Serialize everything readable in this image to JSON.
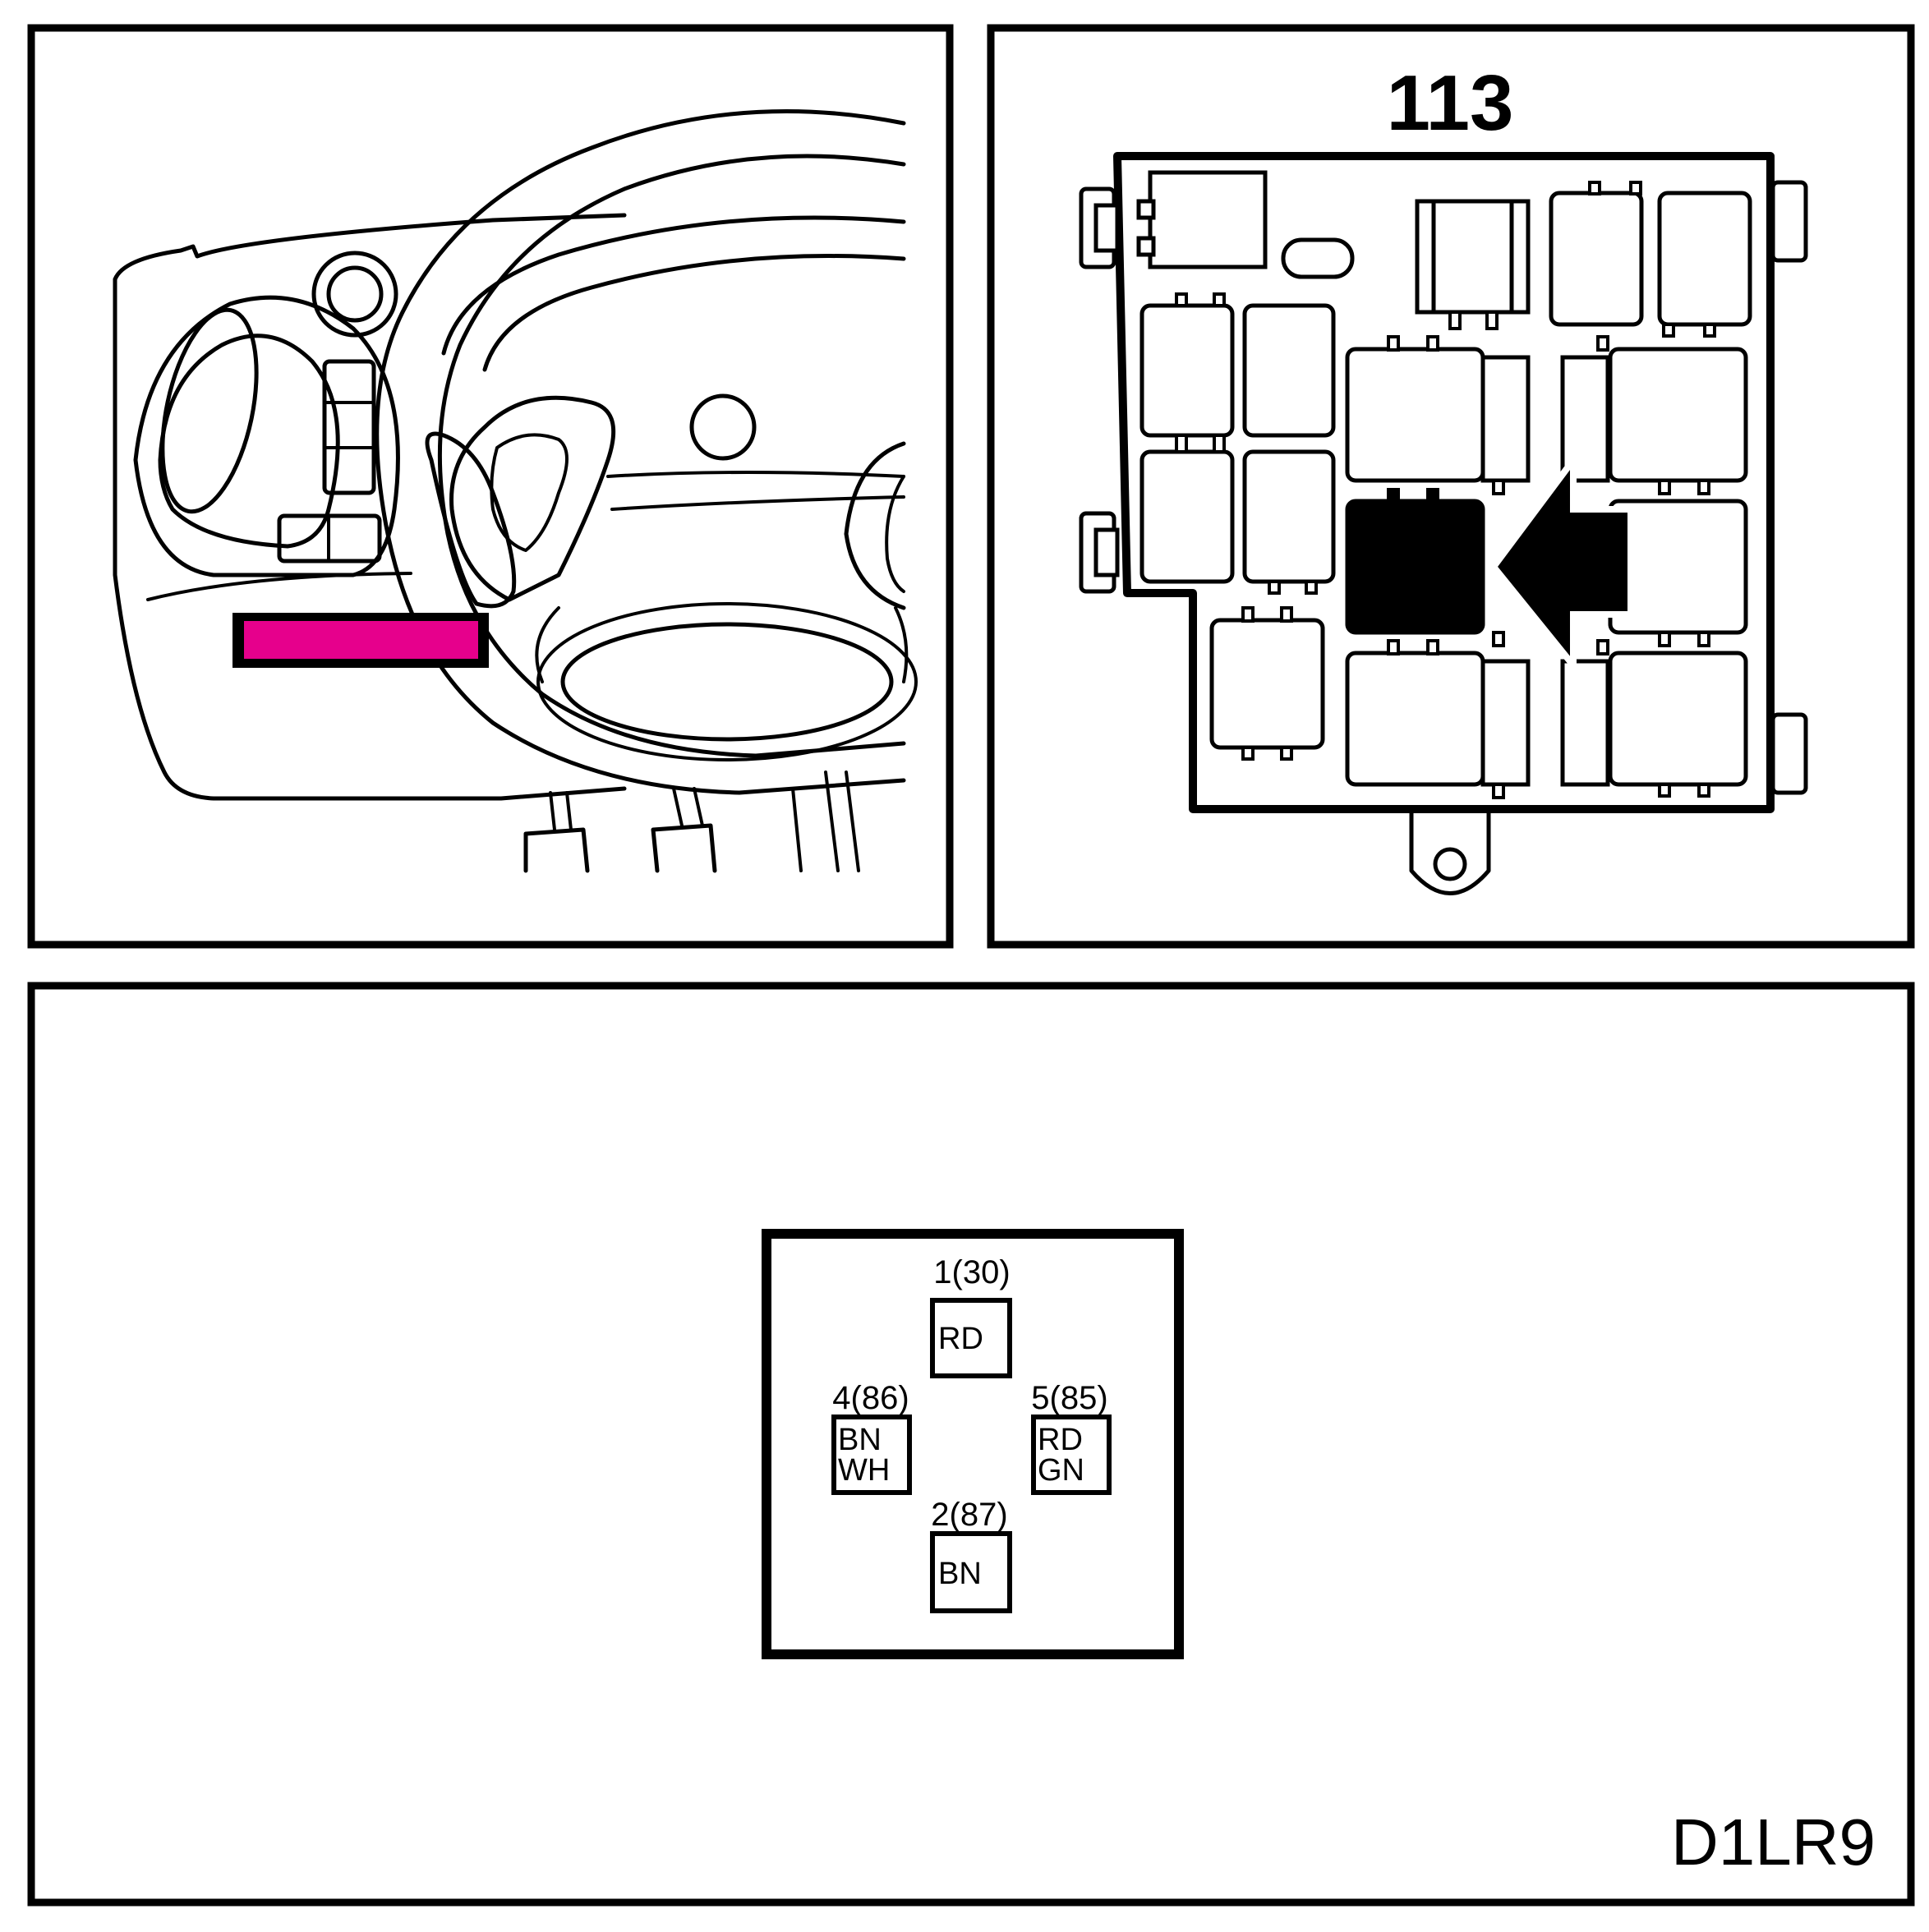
{
  "location": {
    "component_number": "113",
    "highlight_color": "#e6008c",
    "marked_relay_color": "#000000"
  },
  "connector": {
    "pins": [
      {
        "position": "top",
        "number": "1(30)",
        "wire": [
          "RD"
        ]
      },
      {
        "position": "left",
        "number": "4(86)",
        "wire": [
          "BN",
          "WH"
        ]
      },
      {
        "position": "right",
        "number": "5(85)",
        "wire": [
          "RD",
          "GN"
        ]
      },
      {
        "position": "bottom",
        "number": "2(87)",
        "wire": [
          "BN"
        ]
      }
    ]
  },
  "footer": {
    "diagram_code": "D1LR9"
  }
}
